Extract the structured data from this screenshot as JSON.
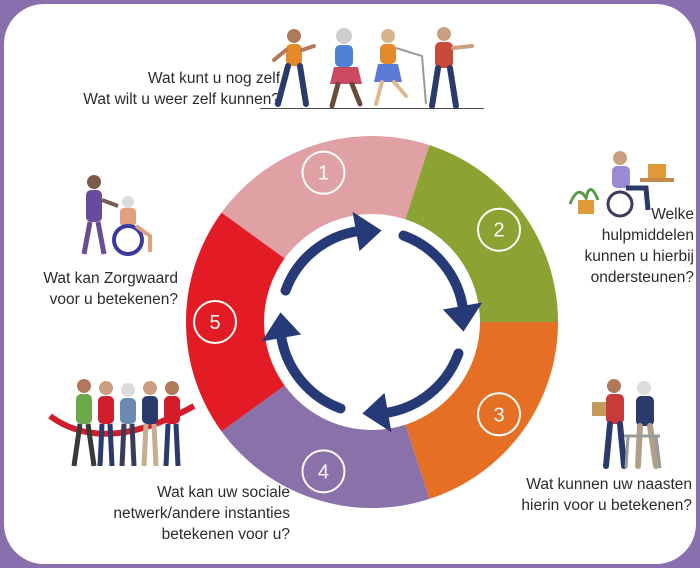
{
  "questions": {
    "q1": "Wat kunt u nog zelf\nWat wilt u weer zelf kunnen?",
    "q2": "Welke\nhulpmiddelen\nkunnen u hierbij\nondersteunen?",
    "q3": "Wat kunnen uw naasten\nhierin voor u betekenen?",
    "q4": "Wat kan uw sociale\nnetwerk/andere instanties\nbetekenen voor u?",
    "q5": "Wat kan Zorgwaard\nvoor u betekenen?"
  },
  "segments": [
    {
      "number": "1",
      "color": "#e0a1a4"
    },
    {
      "number": "2",
      "color": "#8aa332"
    },
    {
      "number": "3",
      "color": "#e56f24"
    },
    {
      "number": "4",
      "color": "#8a71a9"
    },
    {
      "number": "5",
      "color": "#e21b24"
    }
  ],
  "arrow_color": "#263a78",
  "icons": {
    "top": "active-seniors-illustration",
    "right": "person-at-desk-wheelchair-illustration",
    "bottom_right": "caregiver-with-elder-walker-illustration",
    "bottom_left": "group-of-people-with-ribbon-illustration",
    "left": "caregiver-pushing-wheelchair-illustration"
  }
}
